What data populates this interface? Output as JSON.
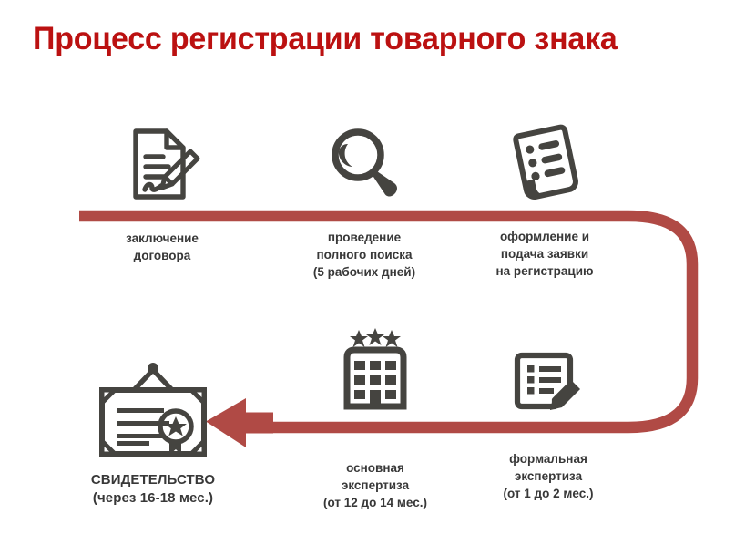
{
  "title": "Процесс регистрации товарного знака",
  "colors": {
    "title_red": "#bb1111",
    "arrow_red": "#b04a45",
    "icon_gray": "#454440",
    "label_gray": "#383838",
    "background": "#ffffff"
  },
  "steps": [
    {
      "id": "step-1",
      "icon": "document-pen-icon",
      "label": "заключение\nдоговора",
      "row": "top",
      "order": 1
    },
    {
      "id": "step-2",
      "icon": "magnifier-icon",
      "label": "проведение\nполного поиска\n(5 рабочих дней)",
      "row": "top",
      "order": 2
    },
    {
      "id": "step-3",
      "icon": "application-form-icon",
      "label": "оформление и\nподача заявки\nна регистрацию",
      "row": "top",
      "order": 3
    },
    {
      "id": "step-4",
      "icon": "checklist-pencil-icon",
      "label": "формальная\nэкспертиза\n(от 1 до 2 мес.)",
      "row": "bottom",
      "order": 4
    },
    {
      "id": "step-5",
      "icon": "building-stars-icon",
      "label": "основная\nэкспертиза\n(от 12 до 14 мес.)",
      "row": "bottom",
      "order": 5
    },
    {
      "id": "step-6",
      "icon": "certificate-icon",
      "label": "СВИДЕТЕЛЬСТВО\n(через 16-18 мес.)",
      "row": "bottom",
      "order": 6
    }
  ],
  "flow": {
    "name": "process-flow-arrow",
    "direction": "left-to-right, u-turn on right, right-to-left, arrowhead pointing left"
  }
}
